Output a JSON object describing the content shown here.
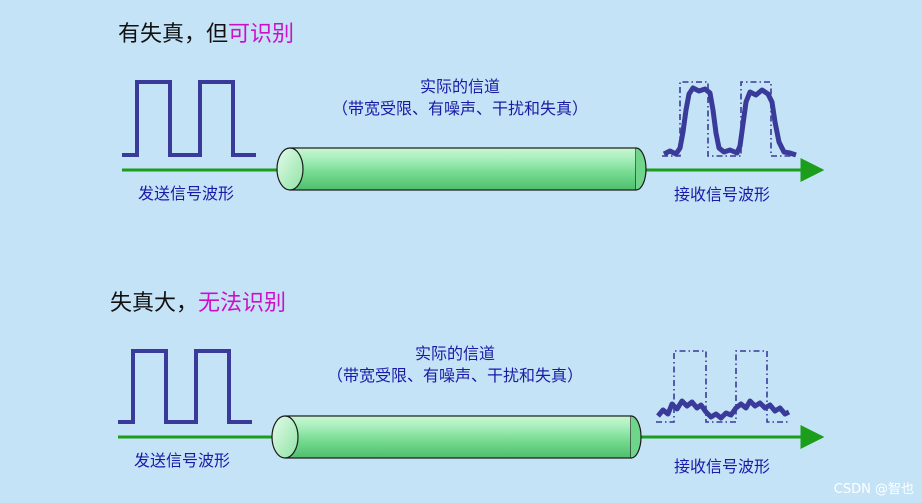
{
  "section1": {
    "heading_prefix": "有失真，但",
    "heading_highlight": "可识别",
    "channel_line1": "实际的信道",
    "channel_line2": "（带宽受限、有噪声、干扰和失真）",
    "send_label": "发送信号波形",
    "recv_label": "接收信号波形"
  },
  "section2": {
    "heading_prefix": "失真大，",
    "heading_highlight": "无法识别",
    "channel_line1": "实际的信道",
    "channel_line2": "（带宽受限、有噪声、干扰和失真）",
    "send_label": "发送信号波形",
    "recv_label": "接收信号波形"
  },
  "colors": {
    "background": "#c4e3f7",
    "highlight": "#cc10c8",
    "wave": "#3a3a9a",
    "arrow": "#1c9e1c",
    "label": "#1a1aa6",
    "cylinder": "#7de09a"
  },
  "watermark": "CSDN @智也"
}
